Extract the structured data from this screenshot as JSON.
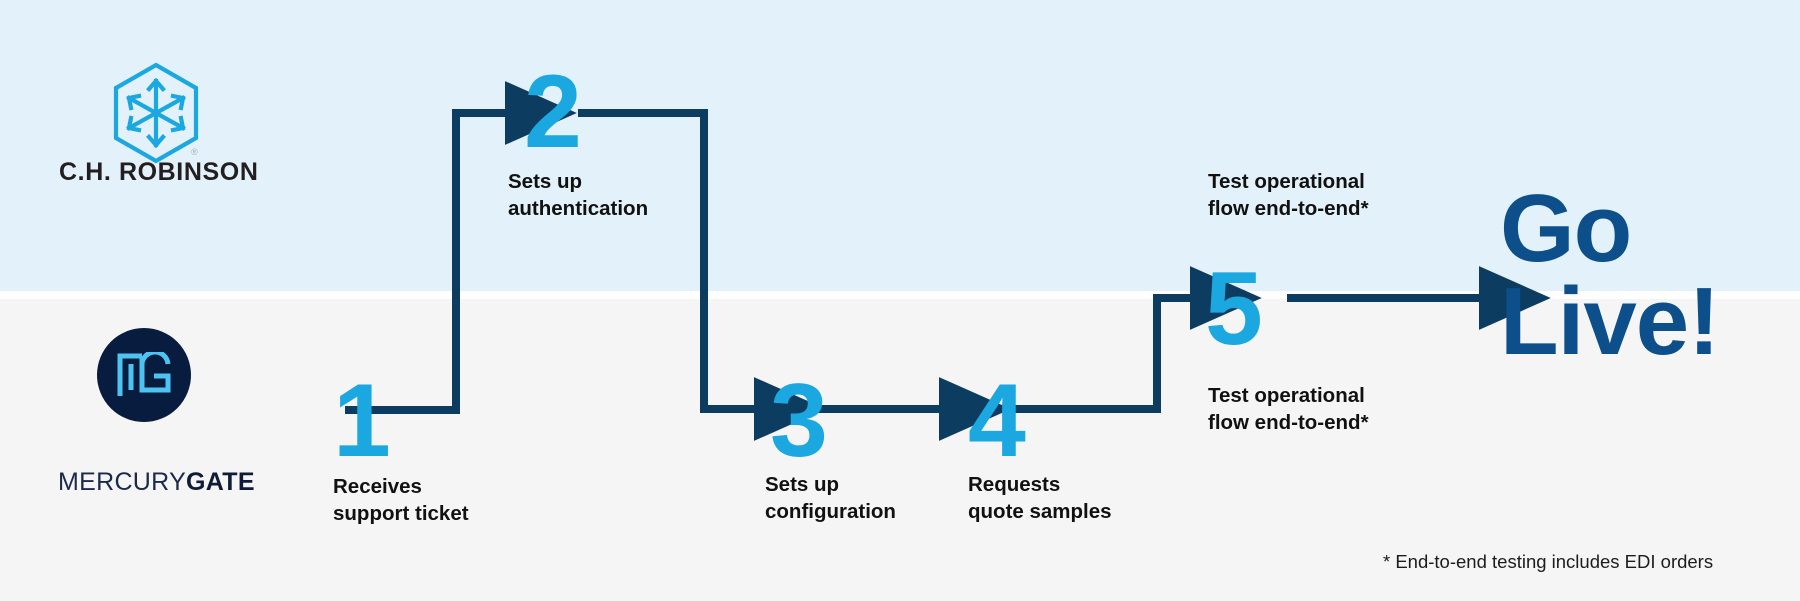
{
  "theme": {
    "band_top_color": "#e2f1fa",
    "band_bottom_color": "#f5f5f5",
    "gap_color": "#ffffff",
    "step_number_color": "#1ba8e0",
    "connector_color": "#0d3c61",
    "label_color": "#111111",
    "golive_color": "#0d4f8b",
    "mercurygate_circle_color": "#071c3f",
    "mercurygate_mark_color": "#4cc3f0",
    "chrobinson_logo_color": "#1ba8e0",
    "chrobinson_wordmark_color": "#231f20"
  },
  "lanes": {
    "top": {
      "name": "C.H. Robinson",
      "logo_icon": "chrobinson-hexagon-arrows-icon",
      "wordmark": "C.H. ROBINSON",
      "registered_mark": "®"
    },
    "bottom": {
      "name": "MercuryGate",
      "logo_icon": "mercurygate-mg-monogram-icon",
      "wordmark_light": "MERCURY",
      "wordmark_bold": "GATE"
    }
  },
  "steps": [
    {
      "number": "1",
      "label": "Receives\nsupport ticket",
      "lane": "bottom"
    },
    {
      "number": "2",
      "label": "Sets up\nauthentication",
      "lane": "top"
    },
    {
      "number": "3",
      "label": "Sets up\nconfiguration",
      "lane": "bottom"
    },
    {
      "number": "4",
      "label": "Requests\nquote samples",
      "lane": "bottom"
    },
    {
      "number": "5",
      "label_above": "Test operational\nflow end-to-end*",
      "label_below": "Test operational\nflow end-to-end*",
      "lane": "top"
    }
  ],
  "outcome": {
    "text": "Go\nLive!"
  },
  "footnote": {
    "text": "* End-to-end testing includes EDI orders"
  }
}
